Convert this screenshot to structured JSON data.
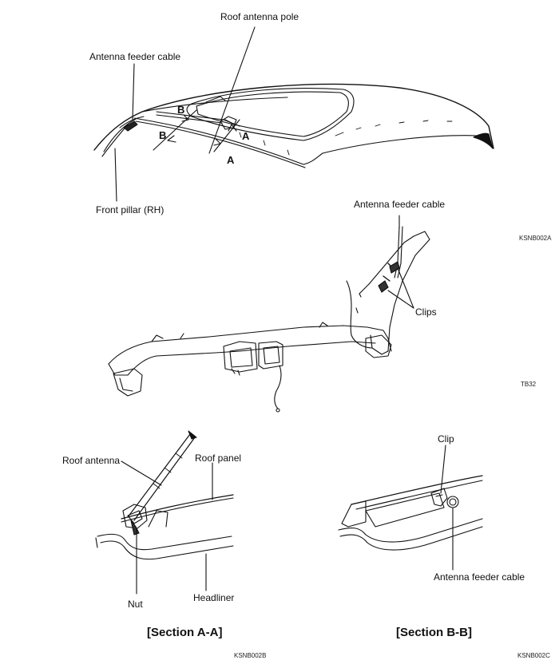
{
  "figure1": {
    "label_pole": "Roof antenna pole",
    "label_feeder": "Antenna feeder cable",
    "label_pillar": "Front pillar (RH)",
    "letter_b": "B",
    "letter_a": "A",
    "code": "KSNB002A"
  },
  "figure2": {
    "label_feeder": "Antenna feeder cable",
    "label_clips": "Clips",
    "code": "TB32"
  },
  "figure3": {
    "label_antenna": "Roof antenna",
    "label_roof_panel": "Roof panel",
    "label_nut": "Nut",
    "label_headliner": "Headliner",
    "title": "[Section A-A]",
    "code": "KSNB002B"
  },
  "figure4": {
    "label_clip": "Clip",
    "label_feeder": "Antenna feeder cable",
    "title": "[Section B-B]",
    "code": "KSNB002C"
  }
}
